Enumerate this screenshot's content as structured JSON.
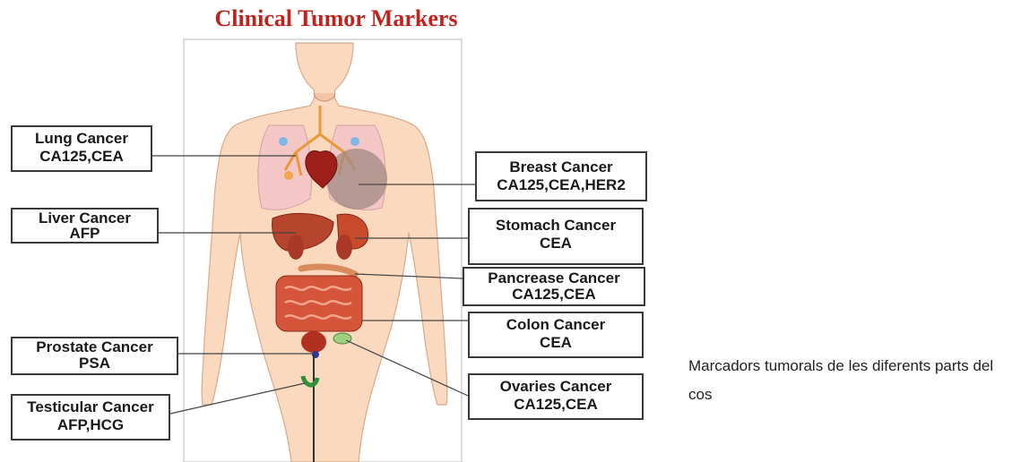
{
  "title": "Clinical Tumor Markers",
  "labels": {
    "lung": {
      "name": "Lung Cancer",
      "markers": "CA125,CEA"
    },
    "liver": {
      "name": "Liver Cancer",
      "markers": "AFP"
    },
    "prostate": {
      "name": "Prostate Cancer",
      "markers": "PSA"
    },
    "testicular": {
      "name": "Testicular Cancer",
      "markers": "AFP,HCG"
    },
    "breast": {
      "name": "Breast Cancer",
      "markers": "CA125,CEA,HER2"
    },
    "stomach": {
      "name": "Stomach Cancer",
      "markers": "CEA"
    },
    "pancreas": {
      "name": "Pancrease Cancer",
      "markers": "CA125,CEA"
    },
    "colon": {
      "name": "Colon Cancer",
      "markers": "CEA"
    },
    "ovaries": {
      "name": "Ovaries Cancer",
      "markers": "CA125,CEA"
    }
  },
  "caption": "Marcadors tumorals de les diferents parts del cos",
  "colors": {
    "title": "#c0231c",
    "skin": "#fbd9bf",
    "organ": "#c8442c",
    "box_border": "#3a3a3a"
  }
}
